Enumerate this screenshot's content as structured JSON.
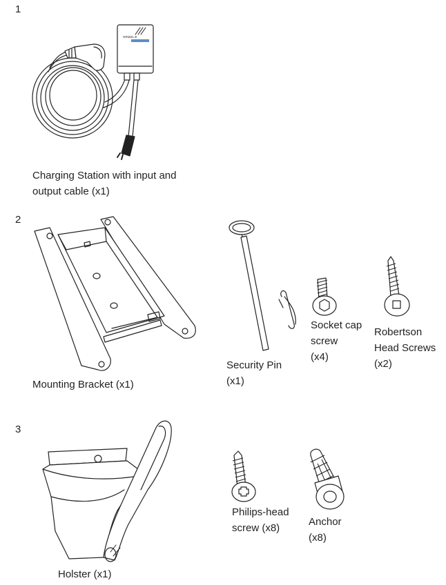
{
  "sections": [
    {
      "number": "1",
      "items": [
        {
          "lines": [
            "Charging Station with input and",
            "output cable (x1)"
          ],
          "icon": "charging-station-icon",
          "brand_text": "GRIZZL-E"
        }
      ]
    },
    {
      "number": "2",
      "items": [
        {
          "lines": [
            "Mounting Bracket (x1)"
          ],
          "icon": "mounting-bracket-icon"
        },
        {
          "lines": [
            "Security Pin",
            "(x1)"
          ],
          "icon": "security-pin-icon"
        },
        {
          "lines": [
            "Socket cap",
            "screw",
            "(x4)"
          ],
          "icon": "socket-cap-screw-icon"
        },
        {
          "lines": [
            "Robertson",
            "Head Screws",
            "(x2)"
          ],
          "icon": "robertson-screw-icon"
        }
      ]
    },
    {
      "number": "3",
      "items": [
        {
          "lines": [
            "Holster (x1)"
          ],
          "icon": "holster-icon"
        },
        {
          "lines": [
            "Philips-head",
            "screw (x8)"
          ],
          "icon": "philips-screw-icon"
        },
        {
          "lines": [
            "Anchor",
            "(x8)"
          ],
          "icon": "anchor-icon"
        }
      ]
    }
  ]
}
